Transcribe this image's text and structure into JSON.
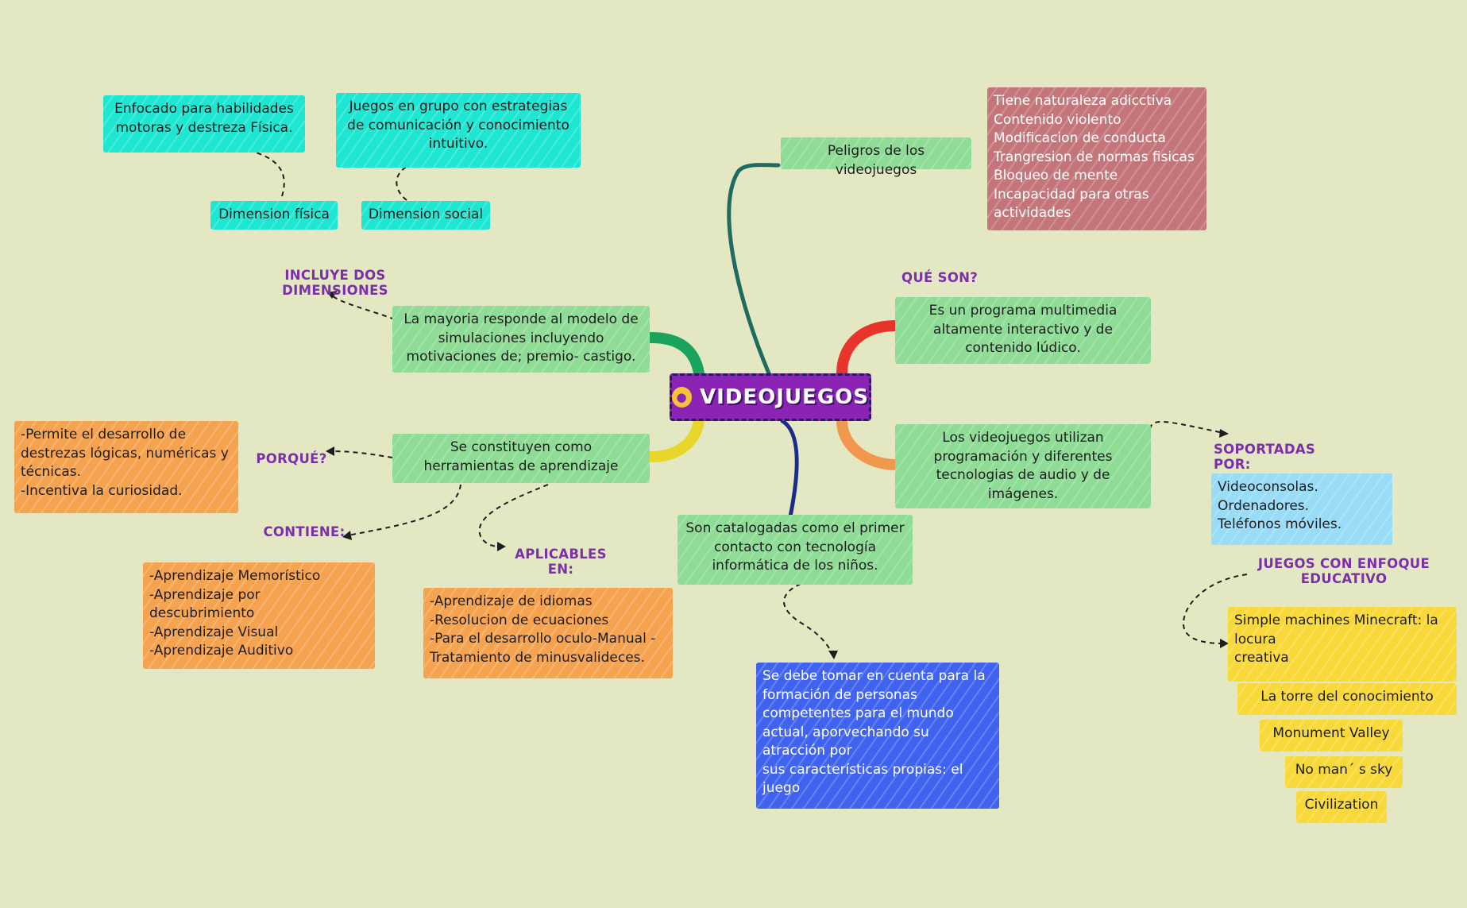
{
  "title": "VIDEOJUEGOS",
  "icons": {
    "root": "gamepad-icon"
  },
  "colors": {
    "background": "#e4e8c2",
    "root": "#8b24b5",
    "label": "#7b2fa8",
    "green": "#8edc95",
    "cyan": "#1de6d2",
    "orange": "#f6a34f",
    "red": "#c4757a",
    "blue": "#3f63ef",
    "lightblue": "#98dcf8",
    "yellow": "#f9d93a"
  },
  "labels": {
    "dimensiones": "INCLUYE DOS DIMENSIONES",
    "porque": "PORQUÉ?",
    "contiene": "CONTIENE:",
    "aplicables": "APLICABLES EN:",
    "que_son": "QUÉ SON?",
    "soportadas": "SOPORTADAS POR:",
    "enfoque": "JUEGOS CON ENFOQUE\nEDUCATIVO"
  },
  "nodes": {
    "habilidades": "Enfocado para habilidades\nmotoras y  destreza Física.",
    "grupo": "Juegos en grupo con estrategias\nde comunicación y conocimiento\nintuitivo.",
    "dim_fisica": "Dimension física",
    "dim_social": "Dimension social",
    "mayoria": "La mayoria responde al modelo de\nsimulaciones incluyendo\nmotivaciones de; premio- castigo.",
    "herramientas": "Se constituyen como\nherramientas de aprendizaje",
    "permite": "-Permite el desarrollo de\ndestrezas lógicas, numéricas y\ntécnicas.\n -Incentiva la curiosidad.",
    "tipos": "-Aprendizaje Memorístico\n-Aprendizaje por\ndescubrimiento\n-Aprendizaje Visual\n -Aprendizaje Auditivo",
    "aplicaciones": "-Aprendizaje de  idiomas\n-Resolucion de ecuaciones\n-Para el desarrollo oculo-Manual -\nTratamiento de minusvalideces.",
    "peligros": "Peligros de los videojuegos",
    "naturaleza": "Tiene naturaleza adicctiva\nContenido  violento\nModificacion de conducta\nTrangresion de normas fisicas\nBloqueo de mente\nIncapacidad para otras\nactividades",
    "programa": "Es un programa multimedia\naltamente interactivo y de\ncontenido lúdico.",
    "programacion": "Los videojuegos utilizan\nprogramación y diferentes\ntecnologias de audio y de\nimágenes.",
    "consolas": "Videoconsolas.\nOrdenadores.\nTeléfonos móviles.",
    "catalogadas": "Son catalogadas como el primer\ncontacto  con tecnología\ninformática  de  los niños.",
    "tomar": "Se debe tomar en cuenta para la\n formación de personas\ncompetentes para el mundo\nactual, aporvechando su\natracción por\nsus características propias: el\njuego",
    "minecraft": "Simple machines Minecraft: la\nlocura\ncreativa",
    "torre": "La torre del conocimiento",
    "monument": "Monument Valley",
    "nomans": "No man´ s sky",
    "civilization": "Civilization"
  }
}
